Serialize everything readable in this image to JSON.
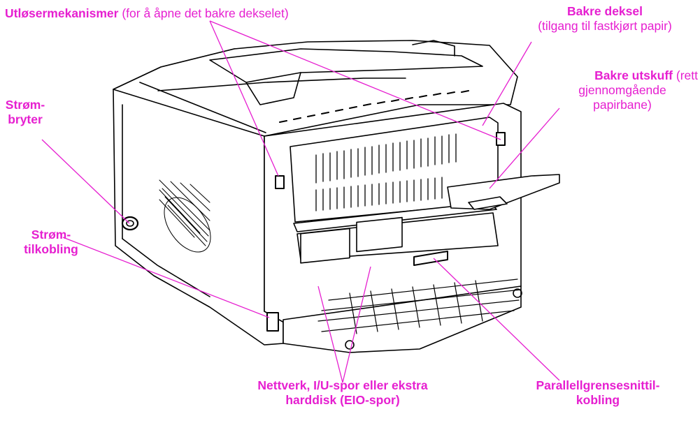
{
  "colors": {
    "accent": "#e61fd0",
    "line": "#000000"
  },
  "labels": {
    "release": {
      "bold": "Utløsermekanismer",
      "normal": "(for å åpne det bakre dekselet)"
    },
    "rear_cover": {
      "bold": "Bakre deksel",
      "normal": "(tilgang til fastkjørt papir)"
    },
    "rear_bin": {
      "bold": "Bakre utskuff",
      "normal1": "(rett",
      "normal2": "gjennomgående",
      "normal3": "papirbane)"
    },
    "power_switch": {
      "line1": "Strøm-",
      "line2": "bryter"
    },
    "power_connector": {
      "line1": "Strøm-",
      "line2": "tilkobling"
    },
    "eio_slots": {
      "line1": "Nettverk, I/U-spor eller ekstra",
      "line2": "harddisk (EIO-spor)"
    },
    "parallel": {
      "line1": "Parallellgrensesnittil-",
      "line2": "kobling"
    }
  }
}
